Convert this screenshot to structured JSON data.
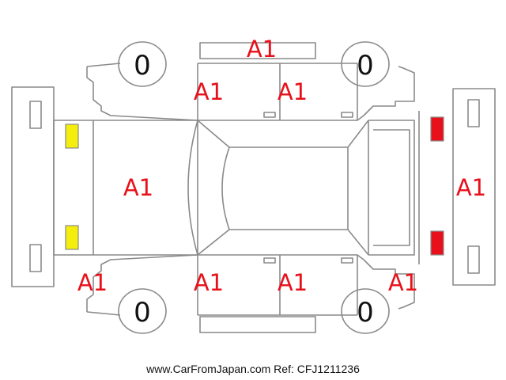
{
  "diagram": {
    "damage_marks": {
      "top_edge": "A1",
      "top_front_door": "A1",
      "top_rear_door": "A1",
      "hood": "A1",
      "rear": "A1",
      "front_bumper_corner": "A1",
      "bottom_front_door": "A1",
      "bottom_rear_door": "A1",
      "rear_bumper_corner": "A1"
    },
    "tire_readings": {
      "front_top": "0",
      "rear_top": "0",
      "front_bottom": "0",
      "rear_bottom": "0"
    },
    "colors": {
      "outline": "#8a8a8a",
      "mark_text": "#e8101a",
      "headlight": "#f5ee0c",
      "taillight": "#e8101a"
    }
  },
  "footer": {
    "credit": "www.CarFromJapan.com Ref: CFJ1211236"
  }
}
